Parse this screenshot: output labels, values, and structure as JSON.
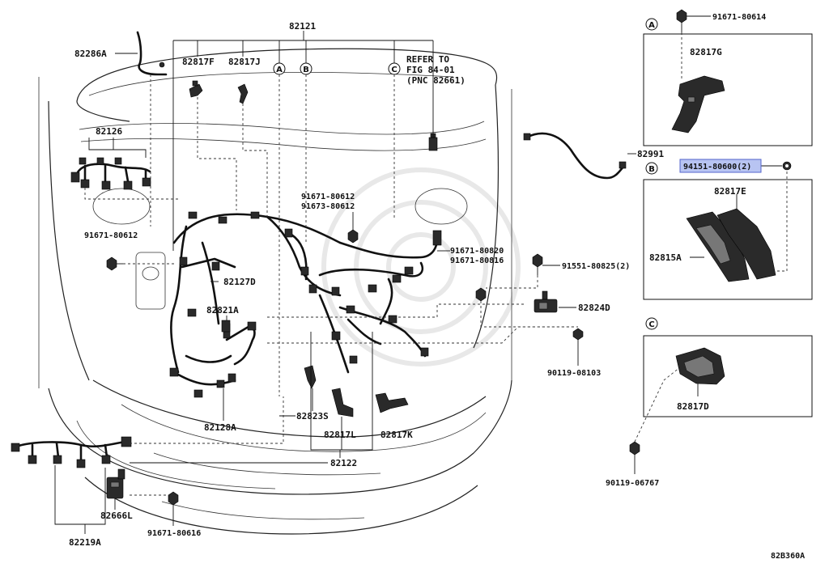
{
  "diagram_code": "82B360A",
  "refer_note": [
    "REFER TO",
    "FIG 84-01",
    "(PNC 82661)"
  ],
  "callouts": {
    "A": "A",
    "B": "B",
    "C": "C"
  },
  "parts": {
    "p82121": "82121",
    "p82286A": "82286A",
    "p82817F": "82817F",
    "p82817J": "82817J",
    "p82126": "82126",
    "p91671_80612_left": "91671-80612",
    "p91671_80612_mid": "91671-80612",
    "p91673_80612": "91673-80612",
    "p82127D": "82127D",
    "p82821A": "82821A",
    "p82128A": "82128A",
    "p82823S": "82823S",
    "p82817L": "82817L",
    "p82817K": "82817K",
    "p82122": "82122",
    "p82219A": "82219A",
    "p82666L": "82666L",
    "p91671_80616": "91671-80616",
    "p82991": "82991",
    "p91671_80820": "91671-80820",
    "p91671_80816": "91671-80816",
    "p91551_80825": "91551-80825(2)",
    "p82824D": "82824D",
    "p90119_08103": "90119-08103",
    "p91671_80614": "91671-80614",
    "p82817G": "82817G",
    "p94151_80600": "94151-80600(2)",
    "p82817E": "82817E",
    "p82815A": "82815A",
    "p82817D": "82817D",
    "p90119_06767": "90119-06767"
  },
  "highlight_color": "#b8c4f2"
}
